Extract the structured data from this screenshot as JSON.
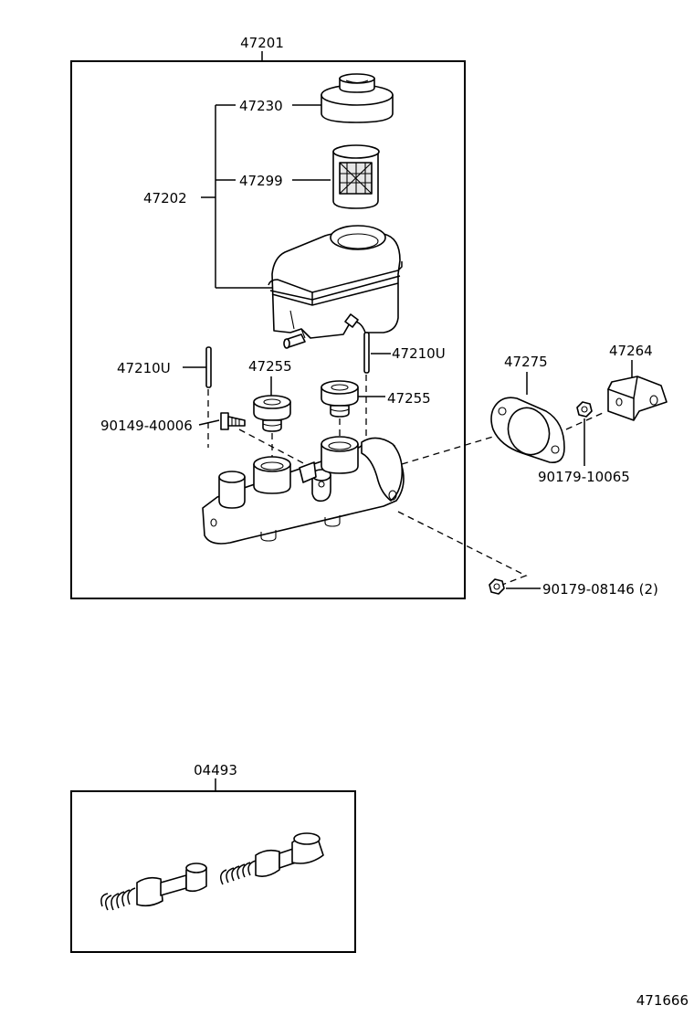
{
  "labels": {
    "assy_main": "47201",
    "cap": "47230",
    "strainer": "47299",
    "reservoir_sub": "47202",
    "pin_left": "47210U",
    "pin_right": "47210U",
    "grommet_left": "47255",
    "grommet_right": "47255",
    "screw": "90149-40006",
    "gasket": "47275",
    "bracket": "47264",
    "nut_bracket": "90179-10065",
    "nut_mount": "90179-08146 (2)",
    "kit": "04493",
    "figure_number": "471666"
  }
}
